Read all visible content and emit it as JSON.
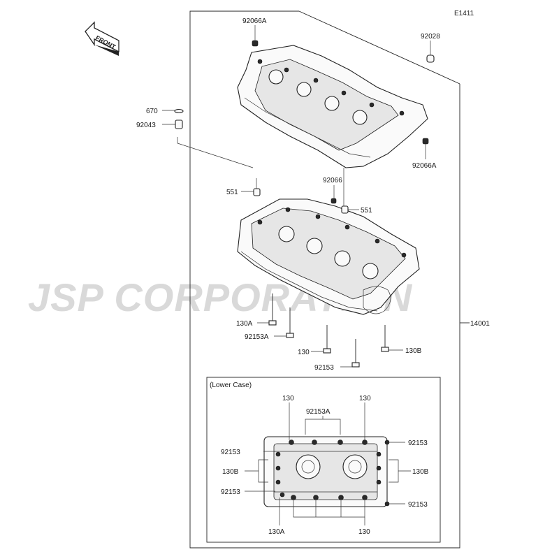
{
  "diagram_code": "E1411",
  "watermark": "JSP CORPORATION",
  "front_arrow_label": "FRONT",
  "inset_title": "(Lower Case)",
  "assembly_part": "14001",
  "labels": {
    "p92066A_top": "92066A",
    "p92028": "92028",
    "p670": "670",
    "p92043": "92043",
    "p92066A_right": "92066A",
    "p551_left": "551",
    "p92066": "92066",
    "p551_right": "551",
    "p130A": "130A",
    "p92153A": "92153A",
    "p130": "130",
    "p130B": "130B",
    "p92153": "92153",
    "in_130_tl": "130",
    "in_130_tr": "130",
    "in_92153A": "92153A",
    "in_92153_ul": "92153",
    "in_92153_ur": "92153",
    "in_130B_l": "130B",
    "in_130B_r": "130B",
    "in_92153_ll": "92153",
    "in_92153_lr": "92153",
    "in_130A": "130A",
    "in_130_b": "130"
  }
}
